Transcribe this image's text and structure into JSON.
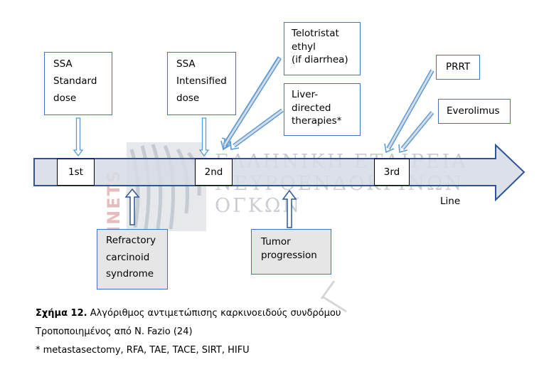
{
  "diagram": {
    "title": "Treatment algorithm for carcinoid syndrome",
    "timeline": {
      "axis_label": "Line",
      "stages": [
        "1st",
        "2nd",
        "3rd"
      ]
    },
    "top_boxes": {
      "ssa_standard": [
        "SSA",
        "Standard",
        "dose"
      ],
      "ssa_intensified": [
        "SSA",
        "Intensified",
        "dose"
      ],
      "telotristat": [
        "Telotristat",
        "ethyl",
        "(if diarrhea)"
      ],
      "liver_directed": [
        "Liver-",
        "directed",
        "therapies*"
      ],
      "prrt": "PRRT",
      "everolimus": "Everolimus"
    },
    "bottom_boxes": {
      "refractory": [
        "Refractory",
        "carcinoid",
        "syndrome"
      ],
      "tumor_progression": [
        "Tumor",
        "progression"
      ]
    },
    "watermark": {
      "side_text": "HNETS",
      "line1": "ΕΛΛΗΝΙΚΗ ΕΤΑΙΡΕΙΑ",
      "line2": "ΝΕΥΡΟΕΝΔΟΚΡΙΝΩΝ",
      "line3": "ΟΓΚΩΝ"
    },
    "colors": {
      "box_border": "#4472c4",
      "arrow_fill": "#d6dce5",
      "arrow_border": "#2f5597",
      "grey_box": "#e7e6e6"
    }
  },
  "caption": {
    "figure_label": "Σχήμα 12.",
    "figure_title": "Αλγόριθμος αντιμετώπισης καρκινοειδούς συνδρόμου",
    "source": "Τροποποιημένος από N. Fazio (24)",
    "footnote": "* metastasectomy, RFA, TAE, TACE, SIRT, HIFU"
  }
}
